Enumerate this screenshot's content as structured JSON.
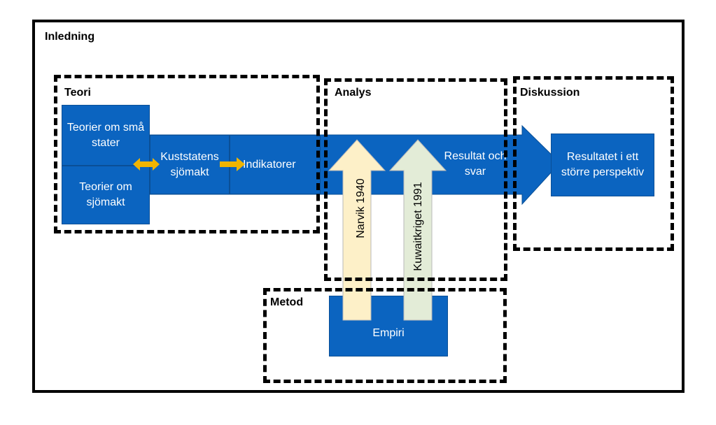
{
  "sections": {
    "intro": "Inledning",
    "theory": "Teori",
    "analysis": "Analys",
    "discussion": "Diskussion",
    "method": "Metod"
  },
  "boxes": {
    "small_states": "Teorier om små stater",
    "sea_power": "Teorier om sjömakt",
    "coastal_sea_power": "Kuststatens sjömakt",
    "indicators": "Indikatorer",
    "results": "Resultat och svar",
    "wider_perspective": "Resultatet i ett större perspektiv",
    "empirics": "Empiri"
  },
  "case_arrows": {
    "narvik": "Narvik 1940",
    "kuwait": "Kuwaitkriget 1991"
  },
  "colors": {
    "blue": "#0b64c0",
    "connector": "#f0b400",
    "narvik_fill": "#fdf0c8",
    "kuwait_fill": "#e3ecd7"
  }
}
